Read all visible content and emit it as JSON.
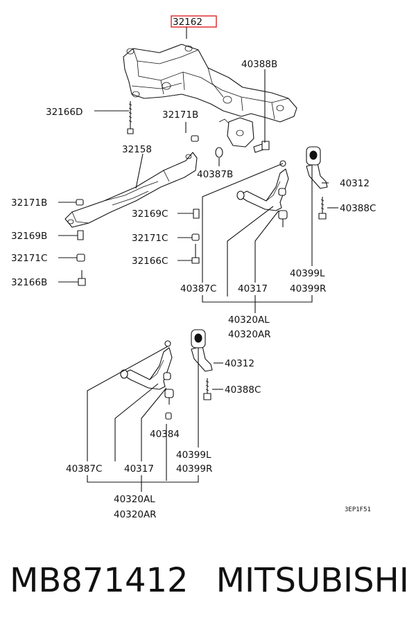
{
  "highlight_color": "#e03030",
  "labels": {
    "l32162": "32162",
    "l40388B": "40388B",
    "l32166D": "32166D",
    "l32171B_top": "32171B",
    "l32158": "32158",
    "l40387B": "40387B",
    "l40312_a": "40312",
    "l32171B_left": "32171B",
    "l32169C": "32169C",
    "l40388C_a": "40388C",
    "l32169B": "32169B",
    "l32171C_mid": "32171C",
    "l32171C_left": "32171C",
    "l32166C": "32166C",
    "l40399L_a": "40399L",
    "l40399R_a": "40399R",
    "l32166B": "32166B",
    "l40387C_a": "40387C",
    "l40317_a": "40317",
    "l40320AL_a": "40320AL",
    "l40320AR_a": "40320AR",
    "l40312_b": "40312",
    "l40388C_b": "40388C",
    "l40384": "40384",
    "l40399L_b": "40399L",
    "l40387C_b": "40387C",
    "l40317_b": "40317",
    "l40399R_b": "40399R",
    "l40320AL_b": "40320AL",
    "l40320AR_b": "40320AR"
  },
  "diagram_code": "3EP1F51",
  "footer": {
    "part_number": "MB871412",
    "brand": "MITSUBISHI"
  }
}
